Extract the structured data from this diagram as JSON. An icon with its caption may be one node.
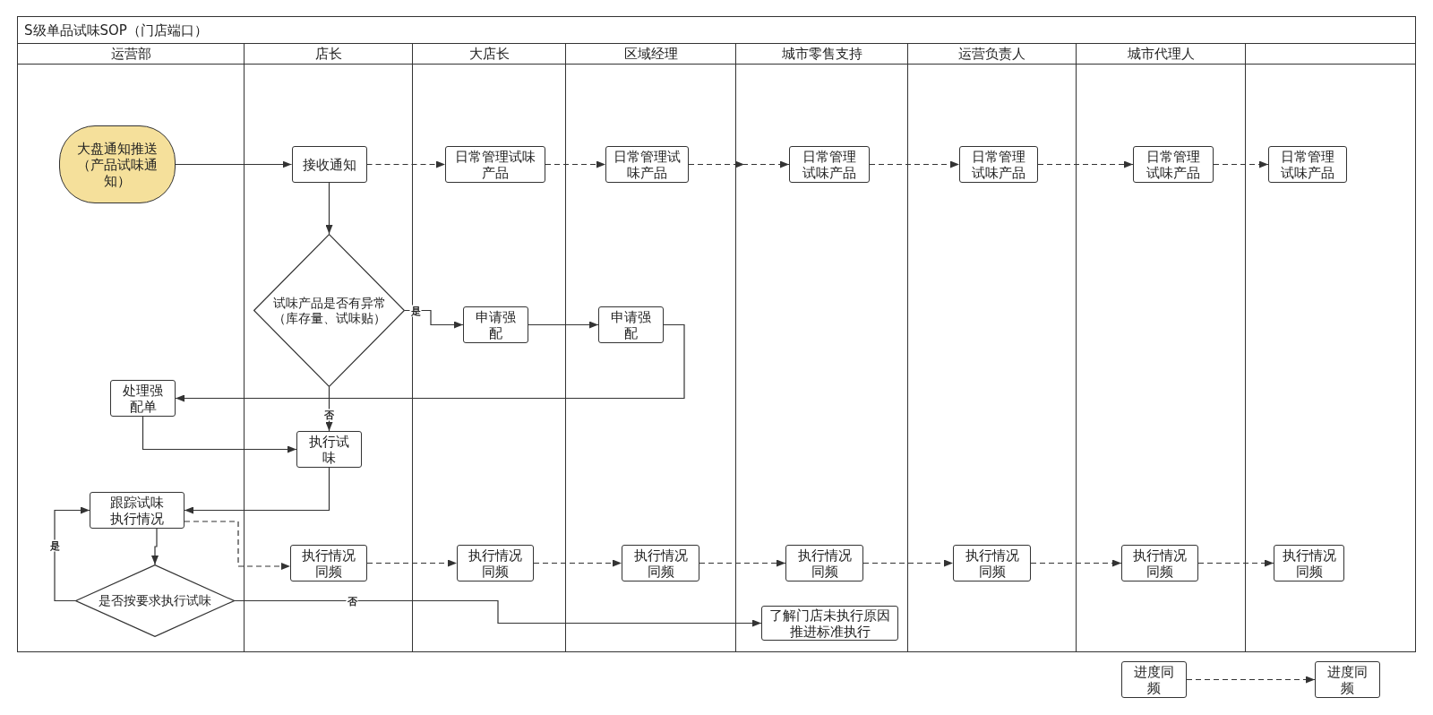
{
  "diagram": {
    "nodes": [
      {
        "text": [
          "S级单品试味SOP（门店端口）"
        ]
      },
      {
        "text": [
          "运营部"
        ],
        "in": 0
      },
      {
        "text": [
          "店长"
        ],
        "in": 0
      },
      {
        "text": [
          "大店长"
        ],
        "in": 0
      },
      {
        "text": [
          "区域经理"
        ],
        "in": 0
      },
      {
        "text": [
          "城市零售支持"
        ],
        "in": 0
      },
      {
        "text": [
          "运营负责人"
        ],
        "in": 0
      },
      {
        "text": [
          "城市代理人"
        ],
        "in": 0
      },
      {
        "text": [],
        "shape": "band",
        "in": 0
      },
      {
        "text": [
          "大盘通知推送（产品试味通知）"
        ],
        "in": 1
      },
      {
        "text": [
          "接收通知"
        ],
        "in": 2
      },
      {
        "text": [
          "日常管理试味产品"
        ],
        "in": 3
      },
      {
        "text": [
          "日常管理试味产品"
        ],
        "in": 4
      },
      {
        "text": [
          "日常管理试味产品"
        ],
        "in": 5
      },
      {
        "text": [
          "日常管理试味产品"
        ],
        "in": 6
      },
      {
        "text": [
          "日常管理试味产品"
        ],
        "in": 7
      },
      {
        "text": [
          "日常管理试味产品"
        ],
        "in": 8
      },
      {
        "text": [
          "试味产品是否有异常（库存量、试味贴）"
        ],
        "in": 2
      },
      {
        "text": [
          "申请强配"
        ],
        "in": 3
      },
      {
        "text": [
          "申请强配"
        ],
        "in": 4
      },
      {
        "text": [
          "处理强配单"
        ],
        "in": 1
      },
      {
        "text": [
          "执行试味"
        ],
        "in": 2
      },
      {
        "text": [
          "跟踪试味执行情况"
        ],
        "in": 1
      },
      {
        "text": [
          "执行情况同频"
        ],
        "in": 2
      },
      {
        "text": [
          "执行情况同频"
        ],
        "in": 3
      },
      {
        "text": [
          "执行情况同频"
        ],
        "in": 4
      },
      {
        "text": [
          "执行情况同频"
        ],
        "in": 5
      },
      {
        "text": [
          "执行情况同频"
        ],
        "in": 6
      },
      {
        "text": [
          "执行情况同频"
        ],
        "in": 7
      },
      {
        "text": [
          "执行情况同频"
        ],
        "in": 8
      },
      {
        "text": [
          "是否按要求执行试味"
        ],
        "in": 1
      },
      {
        "text": [
          "了解门店未执行原因推进标准执行"
        ],
        "in": 5
      },
      {
        "text": [
          "进度同频"
        ]
      },
      {
        "text": [
          "进度同频"
        ]
      }
    ],
    "edges": [
      {
        "from": 9,
        "to": 10,
        "arrow": "to"
      },
      {
        "from": 10,
        "to": 11,
        "arrow": "to",
        "style": "dashed"
      },
      {
        "from": 11,
        "to": 12,
        "arrow": "to",
        "style": "dashed"
      },
      {
        "from": 12,
        "to": 13,
        "arrow": "to",
        "style": "dashed"
      },
      {
        "from": 13,
        "to": 14,
        "arrow": "to",
        "style": "dashed"
      },
      {
        "from": 14,
        "to": 15,
        "arrow": "to",
        "style": "dashed"
      },
      {
        "from": 15,
        "to": 16,
        "arrow": "to",
        "style": "dashed"
      },
      {
        "from": 10,
        "to": 17,
        "arrow": "to"
      },
      {
        "from": 17,
        "to": 18,
        "arrow": "to",
        "label": "是"
      },
      {
        "from": 18,
        "to": 19,
        "arrow": "to"
      },
      {
        "from": 19,
        "to": 20,
        "arrow": "to"
      },
      {
        "from": 17,
        "to": 21,
        "arrow": "to",
        "label": "否"
      },
      {
        "from": 20,
        "to": 21,
        "arrow": "to"
      },
      {
        "from": 21,
        "to": 22,
        "arrow": "to"
      },
      {
        "from": 22,
        "to": 23,
        "arrow": "to",
        "style": "dashed"
      },
      {
        "from": 22,
        "to": 30,
        "arrow": "to"
      },
      {
        "from": 30,
        "to": 22,
        "arrow": "to",
        "label": "是"
      },
      {
        "from": 30,
        "to": 31,
        "arrow": "to",
        "label": "否"
      },
      {
        "from": 23,
        "to": 24,
        "arrow": "to",
        "style": "dashed"
      },
      {
        "from": 24,
        "to": 25,
        "arrow": "to",
        "style": "dashed"
      },
      {
        "from": 25,
        "to": 26,
        "arrow": "to",
        "style": "dashed"
      },
      {
        "from": 26,
        "to": 27,
        "arrow": "to",
        "style": "dashed"
      },
      {
        "from": 27,
        "to": 28,
        "arrow": "to",
        "style": "dashed"
      },
      {
        "from": 28,
        "to": 29,
        "arrow": "to",
        "style": "dashed"
      },
      {
        "from": 32,
        "to": 33,
        "arrow": "to",
        "style": "dashed"
      }
    ]
  }
}
